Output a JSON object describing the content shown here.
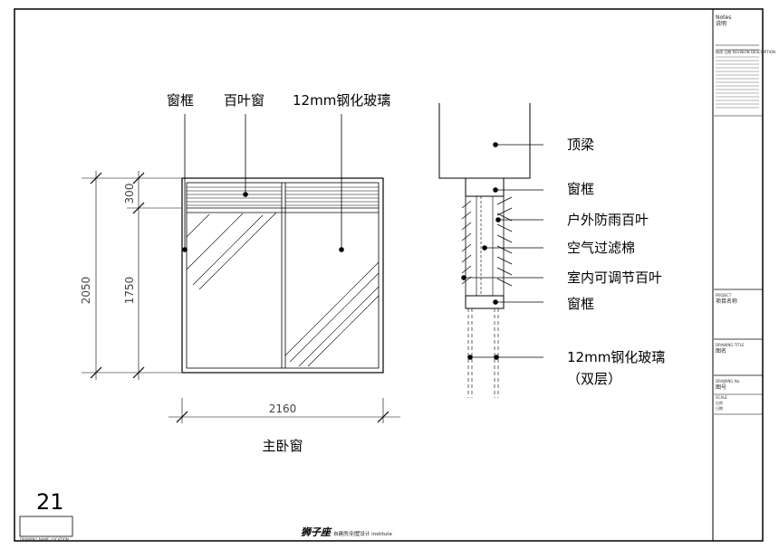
{
  "plan": {
    "left_labels": {
      "frame": "窗框",
      "louver": "百叶窗",
      "glass": "12mm钢化玻璃"
    },
    "dims": {
      "total_height": "2050",
      "top_height": "300",
      "bottom_height": "1750",
      "width": "2160"
    },
    "caption": "主卧窗"
  },
  "section": {
    "labels": {
      "beam": "顶梁",
      "frame_top": "窗框",
      "outdoor_louver": "户外防雨百叶",
      "air_filter": "空气过滤棉",
      "indoor_louver": "室内可调节百叶",
      "frame_bottom": "窗框",
      "glass_1": "12mm钢化玻璃",
      "glass_2": "（双层）"
    }
  },
  "sheet": {
    "number": "21",
    "bottom_box_label": "DRAWING NAME LOCATION",
    "logo_text": "狮子座",
    "footer_text": "自建房/别墅设计 institute",
    "titleblock": {
      "notes_en": "Notes",
      "notes_cn": "说明",
      "rev_header": "修改  日期  REVISION  DESCRIPTION",
      "project_en": "PROJECT",
      "project_cn": "项目名称",
      "drawing_title_en": "DRAWING TITLE",
      "drawing_title_cn": "图名",
      "drawing_no_en": "DRAWING No.",
      "drawing_no_cn": "图号",
      "scale_en": "SCALE",
      "scale_cn": "比例",
      "date_cn": "日期"
    }
  }
}
